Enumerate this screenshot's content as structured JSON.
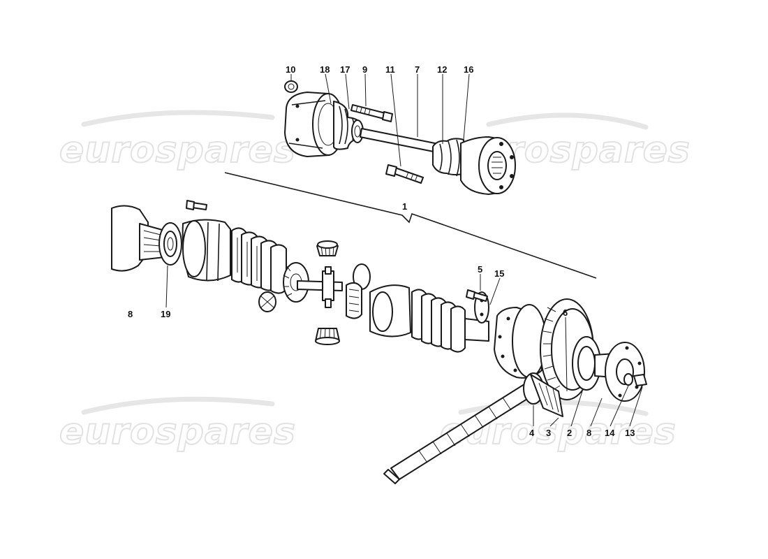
{
  "diagram": {
    "watermark": "eurospares",
    "callouts": [
      {
        "id": "c-10",
        "label": "10"
      },
      {
        "id": "c-18",
        "label": "18"
      },
      {
        "id": "c-17",
        "label": "17"
      },
      {
        "id": "c-9a",
        "label": "9"
      },
      {
        "id": "c-11",
        "label": "11"
      },
      {
        "id": "c-7",
        "label": "7"
      },
      {
        "id": "c-12",
        "label": "12"
      },
      {
        "id": "c-16",
        "label": "16"
      },
      {
        "id": "c-1",
        "label": "1"
      },
      {
        "id": "c-8a",
        "label": "8"
      },
      {
        "id": "c-19",
        "label": "19"
      },
      {
        "id": "c-5",
        "label": "5"
      },
      {
        "id": "c-15",
        "label": "15"
      },
      {
        "id": "c-6",
        "label": "6"
      },
      {
        "id": "c-4",
        "label": "4"
      },
      {
        "id": "c-3",
        "label": "3"
      },
      {
        "id": "c-2",
        "label": "2"
      },
      {
        "id": "c-8b",
        "label": "8"
      },
      {
        "id": "c-14",
        "label": "14"
      },
      {
        "id": "c-13",
        "label": "13"
      }
    ]
  }
}
